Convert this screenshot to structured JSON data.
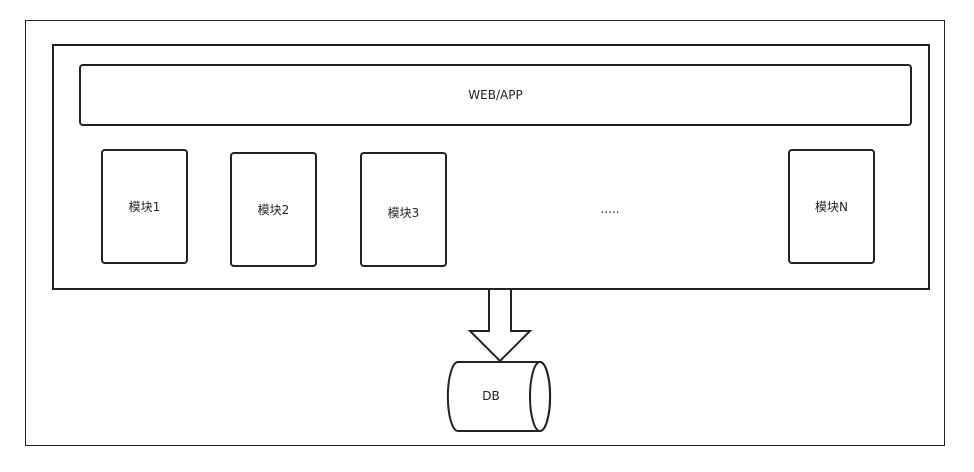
{
  "diagram": {
    "web_label": "WEB/APP",
    "modules": [
      {
        "label": "模块1"
      },
      {
        "label": "模块2"
      },
      {
        "label": "模块3"
      },
      {
        "label": "模块N"
      }
    ],
    "ellipsis": ".....",
    "db_label": "DB"
  },
  "colors": {
    "stroke": "#222222",
    "background": "#ffffff"
  }
}
